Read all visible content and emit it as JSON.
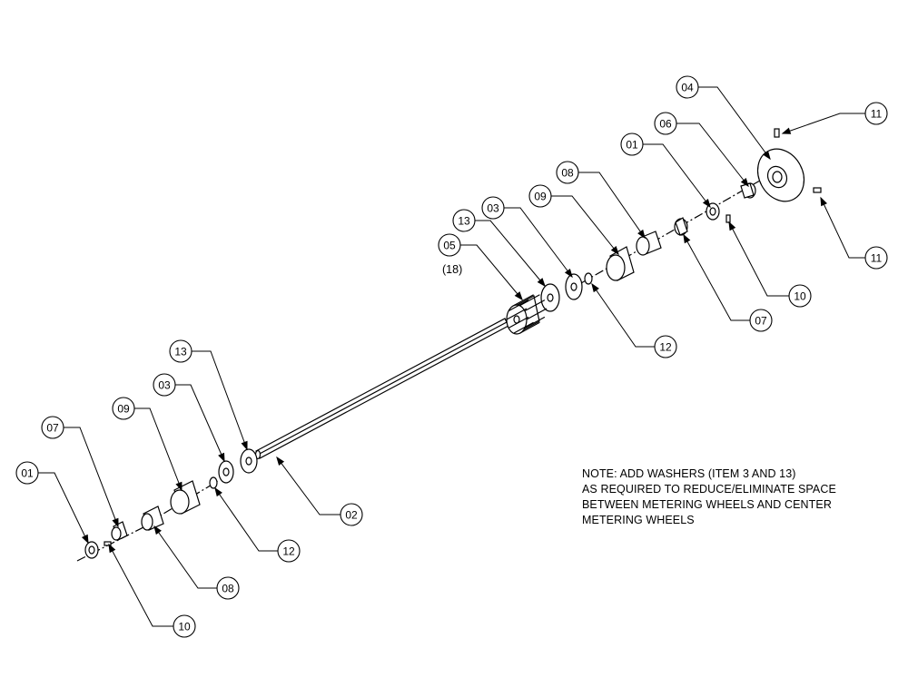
{
  "callouts": [
    {
      "id": "c04a",
      "text": "04"
    },
    {
      "id": "c11a",
      "text": "11"
    },
    {
      "id": "c06a",
      "text": "06"
    },
    {
      "id": "c01a",
      "text": "01"
    },
    {
      "id": "c08a",
      "text": "08"
    },
    {
      "id": "c09a",
      "text": "09"
    },
    {
      "id": "c03a",
      "text": "03"
    },
    {
      "id": "c13a",
      "text": "13"
    },
    {
      "id": "c05a",
      "text": "05"
    },
    {
      "id": "c11b",
      "text": "11"
    },
    {
      "id": "c10a",
      "text": "10"
    },
    {
      "id": "c07a",
      "text": "07"
    },
    {
      "id": "c12a",
      "text": "12"
    },
    {
      "id": "c13b",
      "text": "13"
    },
    {
      "id": "c03b",
      "text": "03"
    },
    {
      "id": "c09b",
      "text": "09"
    },
    {
      "id": "c07b",
      "text": "07"
    },
    {
      "id": "c01b",
      "text": "01"
    },
    {
      "id": "c02a",
      "text": "02"
    },
    {
      "id": "c12b",
      "text": "12"
    },
    {
      "id": "c08b",
      "text": "08"
    },
    {
      "id": "c10b",
      "text": "10"
    }
  ],
  "quantity_label": "(18)",
  "note": {
    "lines": [
      "NOTE: ADD WASHERS (ITEM 3 AND 13)",
      "AS REQUIRED TO REDUCE/ELIMINATE SPACE",
      "BETWEEN METERING WHEELS AND CENTER",
      "METERING WHEELS"
    ]
  }
}
